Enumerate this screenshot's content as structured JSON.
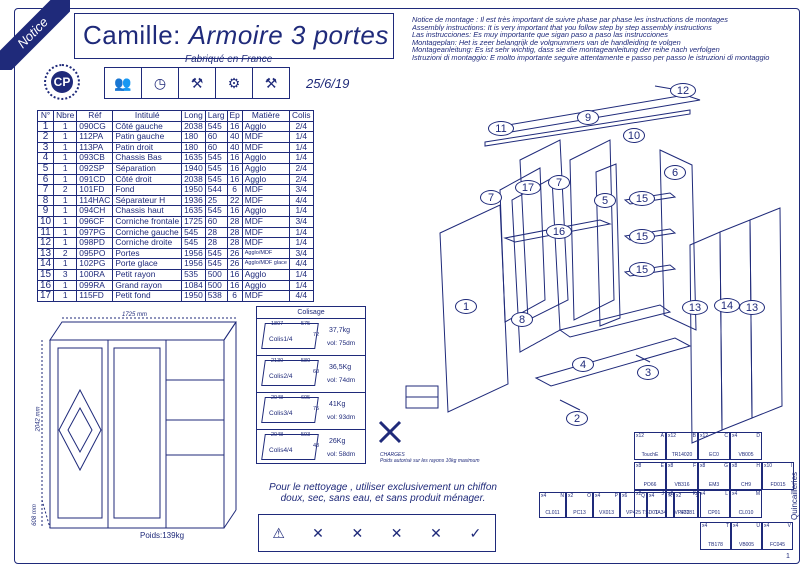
{
  "corner_label": "Notice",
  "title": {
    "prefix": "Camille:",
    "product": "Armoire 3 portes"
  },
  "origin": "Fabriqué en France",
  "date": "25/6/19",
  "logo_text": "CP",
  "notice_lines": [
    "Notice de montage : Il est très important de suivre phase par phase les instructions de montages",
    "Assembly instructions: It is very important that you follow step by step assembly instructions",
    "Las instrucciones: Es muy importante que sigan paso a paso las instrucciones",
    "Montageplan: Het is zeer belangrijk de volgnummers van de handleiding te volgen",
    "Montageanleitung: Es ist sehr wichtig, dass sie die montageanleitung der reihe nach verfolgen",
    "Istruzioni di montaggio: E molto importante seguire attentamente e passo per passo le istruzioni di montaggio"
  ],
  "parts_table": {
    "headers": [
      "N°",
      "Nbre",
      "Réf",
      "Intitulé",
      "Long",
      "Larg",
      "Ep",
      "Matière",
      "Colis"
    ],
    "rows": [
      [
        "1",
        "1",
        "090CG",
        "Côté gauche",
        "2038",
        "545",
        "16",
        "Agglo",
        "2/4"
      ],
      [
        "2",
        "1",
        "112PA",
        "Patin gauche",
        "180",
        "60",
        "40",
        "MDF",
        "1/4"
      ],
      [
        "3",
        "1",
        "113PA",
        "Patin droit",
        "180",
        "60",
        "40",
        "MDF",
        "1/4"
      ],
      [
        "4",
        "1",
        "093CB",
        "Chassis Bas",
        "1635",
        "545",
        "16",
        "Agglo",
        "1/4"
      ],
      [
        "5",
        "1",
        "092SP",
        "Séparation",
        "1940",
        "545",
        "16",
        "Agglo",
        "2/4"
      ],
      [
        "6",
        "1",
        "091CD",
        "Côté droit",
        "2038",
        "545",
        "16",
        "Agglo",
        "2/4"
      ],
      [
        "7",
        "2",
        "101FD",
        "Fond",
        "1950",
        "544",
        "6",
        "MDF",
        "3/4"
      ],
      [
        "8",
        "1",
        "114HAC",
        "Séparateur H",
        "1936",
        "25",
        "22",
        "MDF",
        "4/4"
      ],
      [
        "9",
        "1",
        "094CH",
        "Chassis haut",
        "1635",
        "545",
        "16",
        "Agglo",
        "1/4"
      ],
      [
        "10",
        "1",
        "096CF",
        "Corniche frontale",
        "1725",
        "60",
        "28",
        "MDF",
        "3/4"
      ],
      [
        "11",
        "1",
        "097PG",
        "Corniche gauche",
        "545",
        "28",
        "28",
        "MDF",
        "1/4"
      ],
      [
        "12",
        "1",
        "098PD",
        "Corniche droite",
        "545",
        "28",
        "28",
        "MDF",
        "1/4"
      ],
      [
        "13",
        "2",
        "095PO",
        "Portes",
        "1956",
        "545",
        "26",
        "Agglo/MDF",
        "3/4"
      ],
      [
        "14",
        "1",
        "102PG",
        "Porte glace",
        "1956",
        "545",
        "26",
        "Agglo/MDF glace",
        "4/4"
      ],
      [
        "15",
        "3",
        "100RA",
        "Petit rayon",
        "535",
        "500",
        "16",
        "Agglo",
        "1/4"
      ],
      [
        "16",
        "1",
        "099RA",
        "Grand rayon",
        "1084",
        "500",
        "16",
        "Agglo",
        "1/4"
      ],
      [
        "17",
        "1",
        "115FD",
        "Petit fond",
        "1950",
        "538",
        "6",
        "MDF",
        "4/4"
      ]
    ]
  },
  "cabinet": {
    "width": "1725 mm",
    "height": "2042 mm",
    "depth": "608 mm",
    "weight": "Poids:139kg"
  },
  "colisage": {
    "title": "Colisage",
    "packages": [
      {
        "label": "Colis1/4",
        "l": "1807",
        "w": "575",
        "h": "72",
        "weight": "37,7kg",
        "volume": "vol: 75dm"
      },
      {
        "label": "Colis2/4",
        "l": "2130",
        "w": "580",
        "h": "60",
        "weight": "36,5Kg",
        "volume": "vol: 74dm"
      },
      {
        "label": "Colis3/4",
        "l": "2048",
        "w": "605",
        "h": "75",
        "weight": "41Kg",
        "volume": "vol: 93dm"
      },
      {
        "label": "Colis4/4",
        "l": "2048",
        "w": "593",
        "h": "48",
        "weight": "26Kg",
        "volume": "vol: 58dm"
      }
    ]
  },
  "charge": {
    "title": "CHARGES",
    "text": "Poids autorisé sur les rayons 10kg maximum"
  },
  "nettoyage": "Pour le nettoyage , utiliser exclusivement un chiffon doux, sec, sans eau, et sans produit ménager.",
  "hardware": [
    {
      "qty": "x12",
      "ref": "A",
      "code": "TouchE"
    },
    {
      "qty": "x12",
      "ref": "B",
      "code": "TR14020"
    },
    {
      "qty": "x12",
      "ref": "C",
      "code": "EC0"
    },
    {
      "qty": "x4",
      "ref": "D",
      "code": "VB005"
    },
    {
      "qty": "x8",
      "ref": "E",
      "code": "PO66"
    },
    {
      "qty": "x8",
      "ref": "F",
      "code": "VB316"
    },
    {
      "qty": "x8",
      "ref": "G",
      "code": "EM3"
    },
    {
      "qty": "x8",
      "ref": "H",
      "code": "CH9"
    },
    {
      "qty": "x10",
      "ref": "I",
      "code": "FD015"
    },
    {
      "qty": "x2",
      "ref": "J",
      "code": "TSD01"
    },
    {
      "qty": "x2",
      "ref": "K",
      "code": "VP432"
    },
    {
      "qty": "x4",
      "ref": "L",
      "code": "CP01"
    },
    {
      "qty": "x4",
      "ref": "M",
      "code": "CL010"
    },
    {
      "qty": "x4",
      "ref": "N",
      "code": "CL011"
    },
    {
      "qty": "x2",
      "ref": "O",
      "code": "PC13"
    },
    {
      "qty": "x4",
      "ref": "P",
      "code": "VX013"
    },
    {
      "qty": "x6",
      "ref": "Q",
      "code": "VP425"
    },
    {
      "qty": "x4",
      "ref": "R",
      "code": "TA34"
    },
    {
      "qty": "x2",
      "ref": "S",
      "code": "ST181"
    },
    {
      "qty": "x4",
      "ref": "T",
      "code": "TB178"
    },
    {
      "qty": "x4",
      "ref": "U",
      "code": "VB005"
    },
    {
      "qty": "x4",
      "ref": "V",
      "code": "FC045"
    }
  ],
  "hardware_label": "Quincailleries",
  "page_number": "1",
  "callouts": [
    "1",
    "2",
    "3",
    "4",
    "5",
    "6",
    "7",
    "7",
    "8",
    "9",
    "10",
    "11",
    "12",
    "13",
    "13",
    "14",
    "15",
    "15",
    "15",
    "16",
    "17"
  ]
}
